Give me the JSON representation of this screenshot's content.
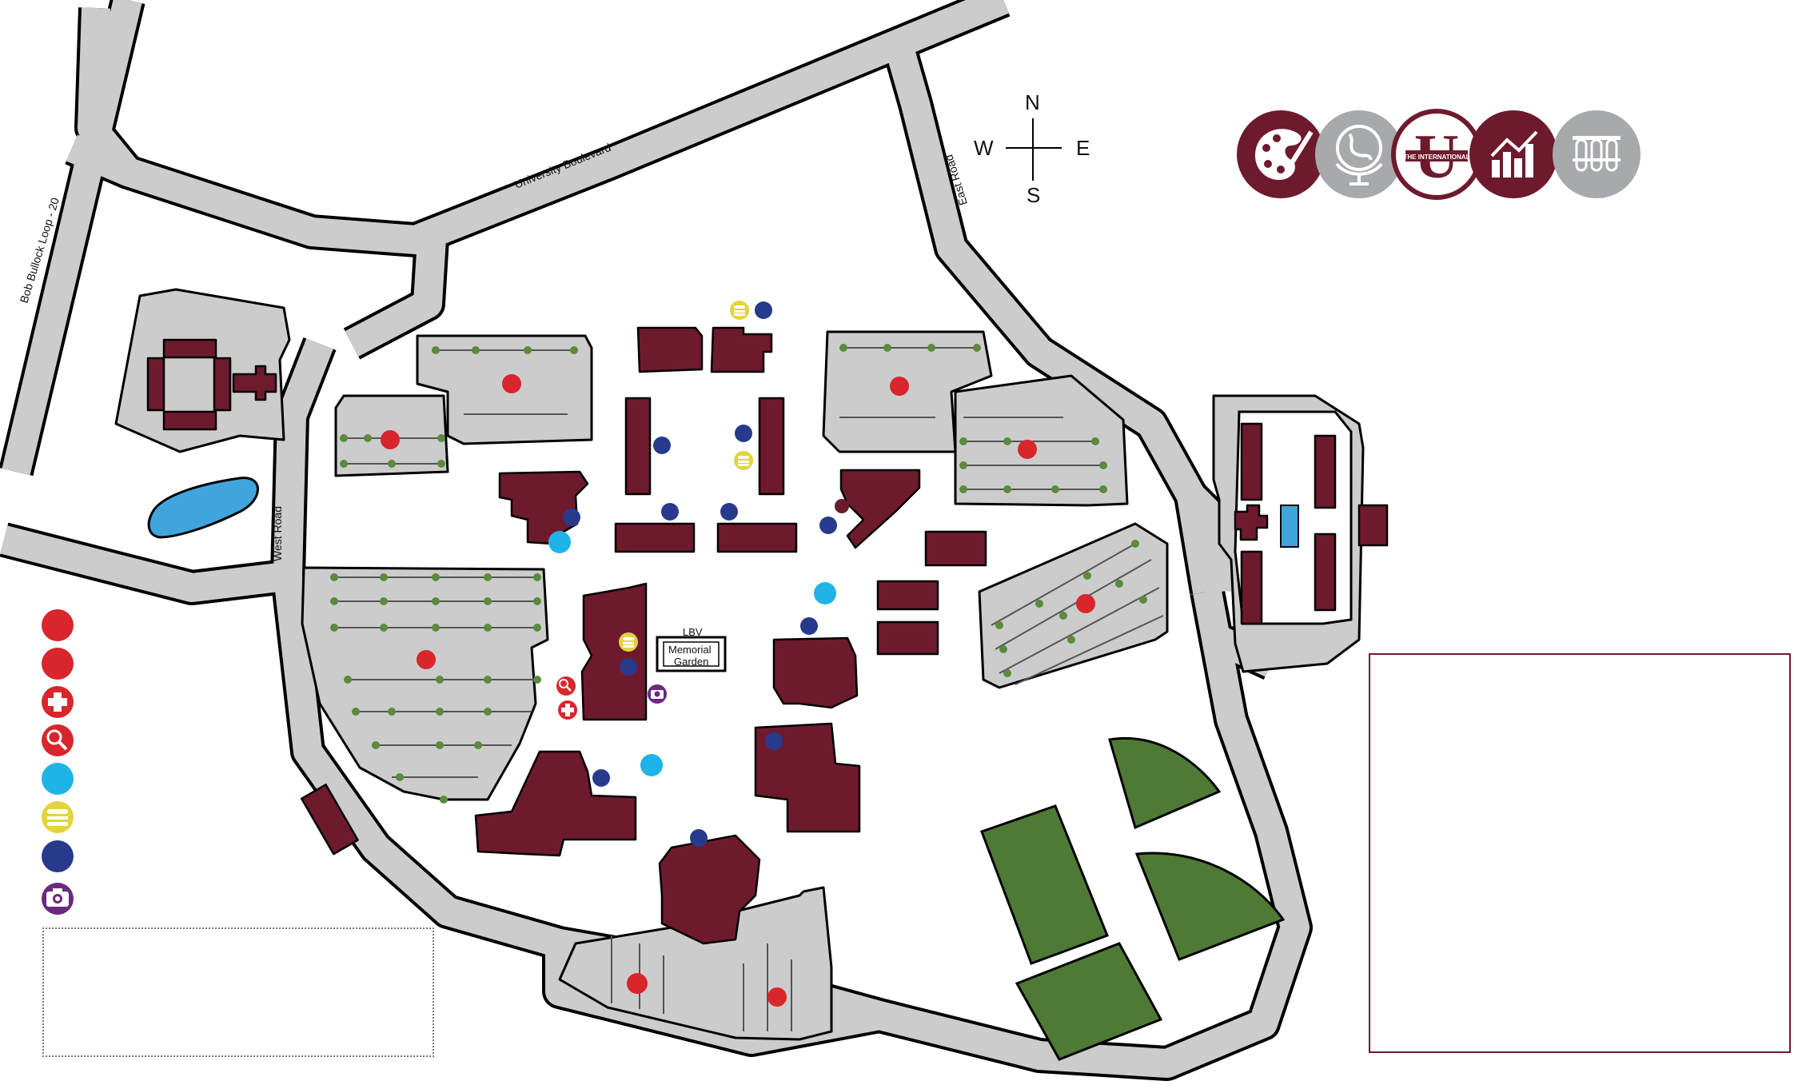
{
  "roads": {
    "loop": "Bob Bullock Loop - 20",
    "university": "University Boulevard",
    "east": "East Road",
    "west": "West Road"
  },
  "compass": {
    "n": "N",
    "s": "S",
    "e": "E",
    "w": "W"
  },
  "garden": {
    "prefix": "LBV",
    "line1": "Memorial",
    "line2": "Garden"
  },
  "colors": {
    "building": "#6e1a2d",
    "parking": "#cccccc",
    "field": "#4e7a35",
    "water": "#41a5dd",
    "red_marker": "#d9252c",
    "navy_marker": "#283a8c",
    "cyan_marker": "#1fb3e8",
    "yellow_marker": "#e4d33e",
    "purple_marker": "#6a2a7e",
    "gray_badge": "#a7a9ac"
  },
  "college_badges": [
    {
      "icon": "palette-icon",
      "color": "#6e1a2d"
    },
    {
      "icon": "globe-icon",
      "color": "#a7a9ac"
    },
    {
      "icon": "university-seal-icon",
      "color": "#6e1a2d"
    },
    {
      "icon": "chart-growth-icon",
      "color": "#6e1a2d"
    },
    {
      "icon": "test-tubes-icon",
      "color": "#a7a9ac"
    }
  ],
  "seal": {
    "letter": "U",
    "banner": "THE INTERNATIONAL"
  },
  "legend": [
    {
      "icon": "red-circle-icon",
      "color": "#d9252c"
    },
    {
      "icon": "red-circle-icon",
      "color": "#d9252c"
    },
    {
      "icon": "first-aid-cross-icon",
      "color": "#d9252c"
    },
    {
      "icon": "magnifier-icon",
      "color": "#d9252c"
    },
    {
      "icon": "cyan-circle-icon",
      "color": "#1fb3e8"
    },
    {
      "icon": "food-icon",
      "color": "#e4d33e"
    },
    {
      "icon": "navy-circle-icon",
      "color": "#283a8c"
    },
    {
      "icon": "camera-icon",
      "color": "#6a2a7e"
    }
  ]
}
